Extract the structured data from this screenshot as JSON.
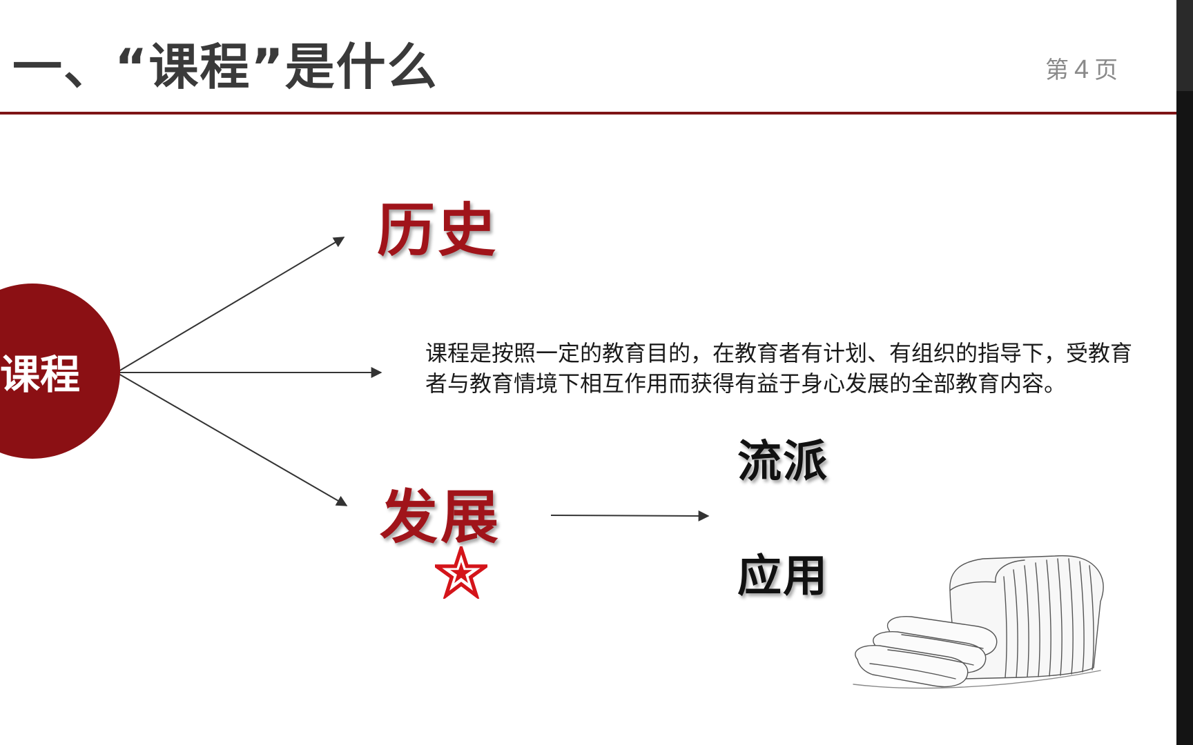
{
  "header": {
    "title": "一、“课程”是什么",
    "page_prefix": "第",
    "page_number": "4",
    "page_suffix": "页"
  },
  "diagram": {
    "center_label": "课程",
    "history_label": "历史",
    "development_label": "发展",
    "definition": "课程是按照一定的教育目的，在教育者有计划、有组织的指导下，受教育者与教育情境下相互作用而获得有益于身心发展的全部教育内容。",
    "school_label": "流派",
    "application_label": "应用"
  },
  "colors": {
    "accent": "#8b1014",
    "rule": "#7e1416",
    "heading_red": "#a0141a",
    "title_gray": "#3a3a3a",
    "page_gray": "#8a8a8a"
  },
  "icons": {
    "star": "red-star-icon",
    "bread": "bread-illustration"
  }
}
